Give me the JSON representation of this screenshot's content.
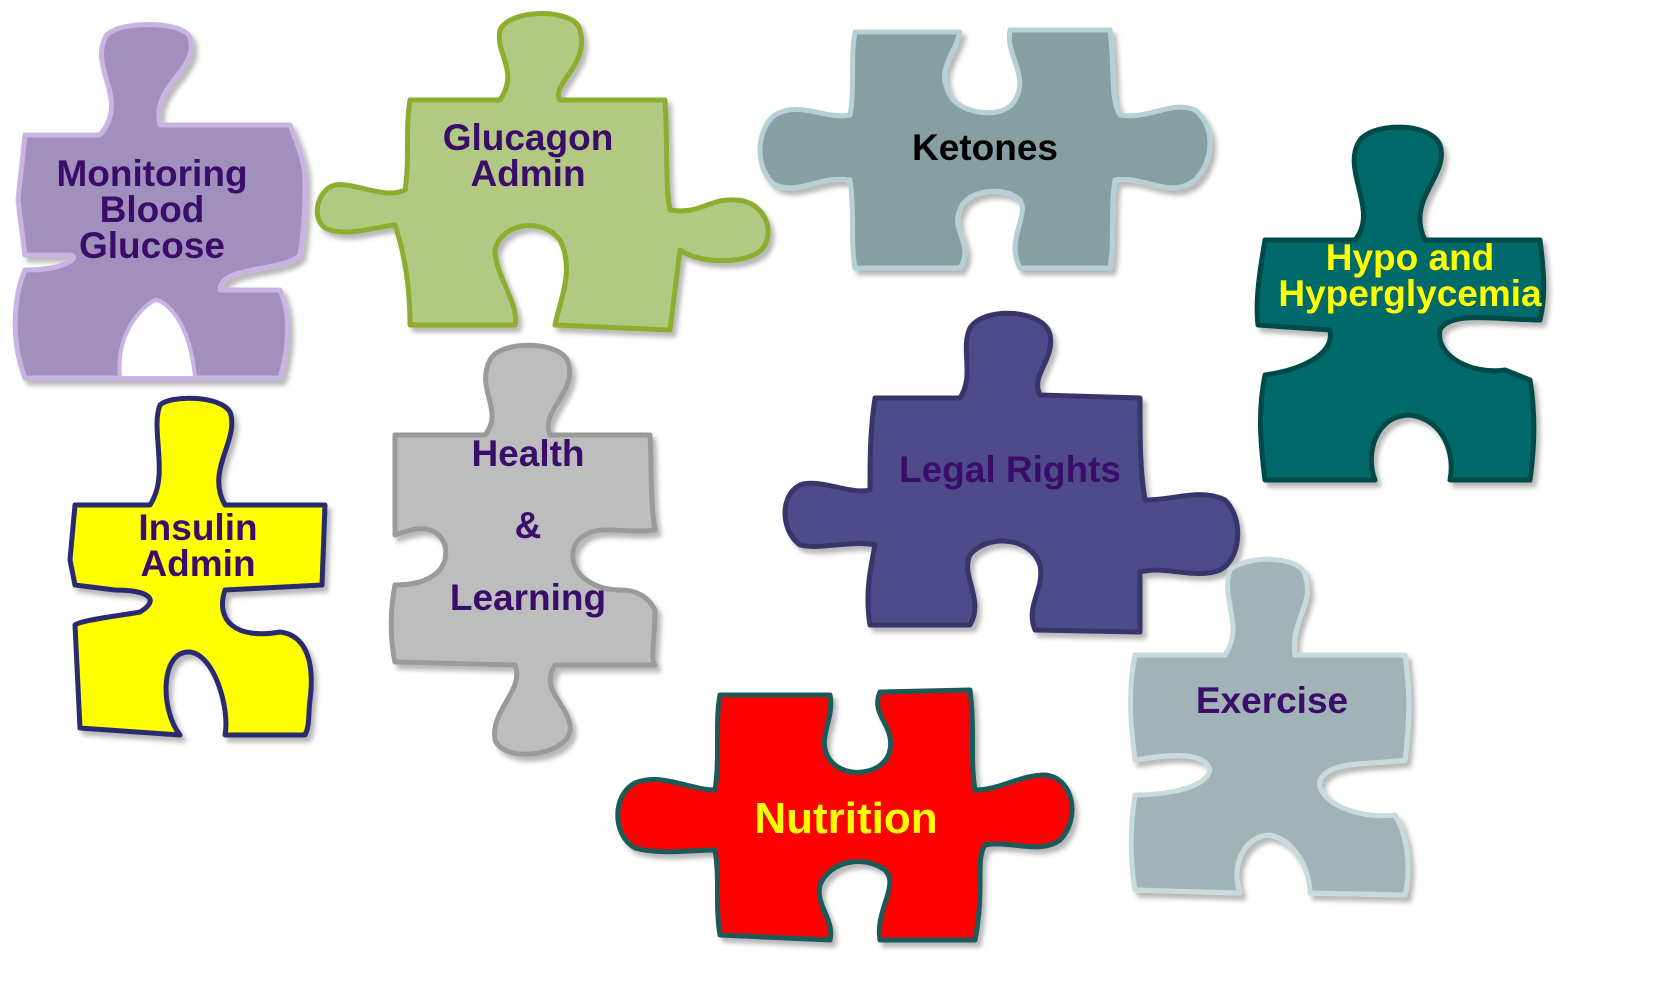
{
  "pieces": [
    {
      "id": "monitoring-blood-glucose",
      "lines": [
        "Monitoring",
        "Blood",
        "Glucose"
      ],
      "fill": "#a190bc",
      "edge": "#c8b3e2",
      "text_color": "#3b0a6b"
    },
    {
      "id": "glucagon-admin",
      "lines": [
        "Glucagon",
        "Admin"
      ],
      "fill": "#b3c882",
      "edge": "#8cad2e",
      "text_color": "#3b0a6b"
    },
    {
      "id": "ketones",
      "lines": [
        "Ketones"
      ],
      "fill": "#879fa3",
      "edge": "#b7d0d5",
      "text_color": "#000000"
    },
    {
      "id": "hypo-and-hyperglycemia",
      "lines": [
        "Hypo and",
        "Hyperglycemia"
      ],
      "fill": "#006b6b",
      "edge": "#004a4a",
      "text_color": "#ffff00"
    },
    {
      "id": "insulin-admin",
      "lines": [
        "Insulin",
        "Admin"
      ],
      "fill": "#ffff00",
      "edge": "#2c2c70",
      "text_color": "#3b0a6b"
    },
    {
      "id": "health-and-learning",
      "lines": [
        "Health",
        "&",
        "Learning"
      ],
      "fill": "#bdbdbd",
      "edge": "#9a9a9a",
      "text_color": "#3b0a6b"
    },
    {
      "id": "legal-rights",
      "lines": [
        "Legal Rights"
      ],
      "fill": "#4f4c8b",
      "edge": "#37346a",
      "text_color": "#3b0a6b"
    },
    {
      "id": "exercise",
      "lines": [
        "Exercise"
      ],
      "fill": "#a1b3b7",
      "edge": "#c9dadd",
      "text_color": "#3b0a6b"
    },
    {
      "id": "nutrition",
      "lines": [
        "Nutrition"
      ],
      "fill": "#ff0000",
      "edge": "#1a5a5a",
      "text_color": "#ffff00"
    }
  ]
}
